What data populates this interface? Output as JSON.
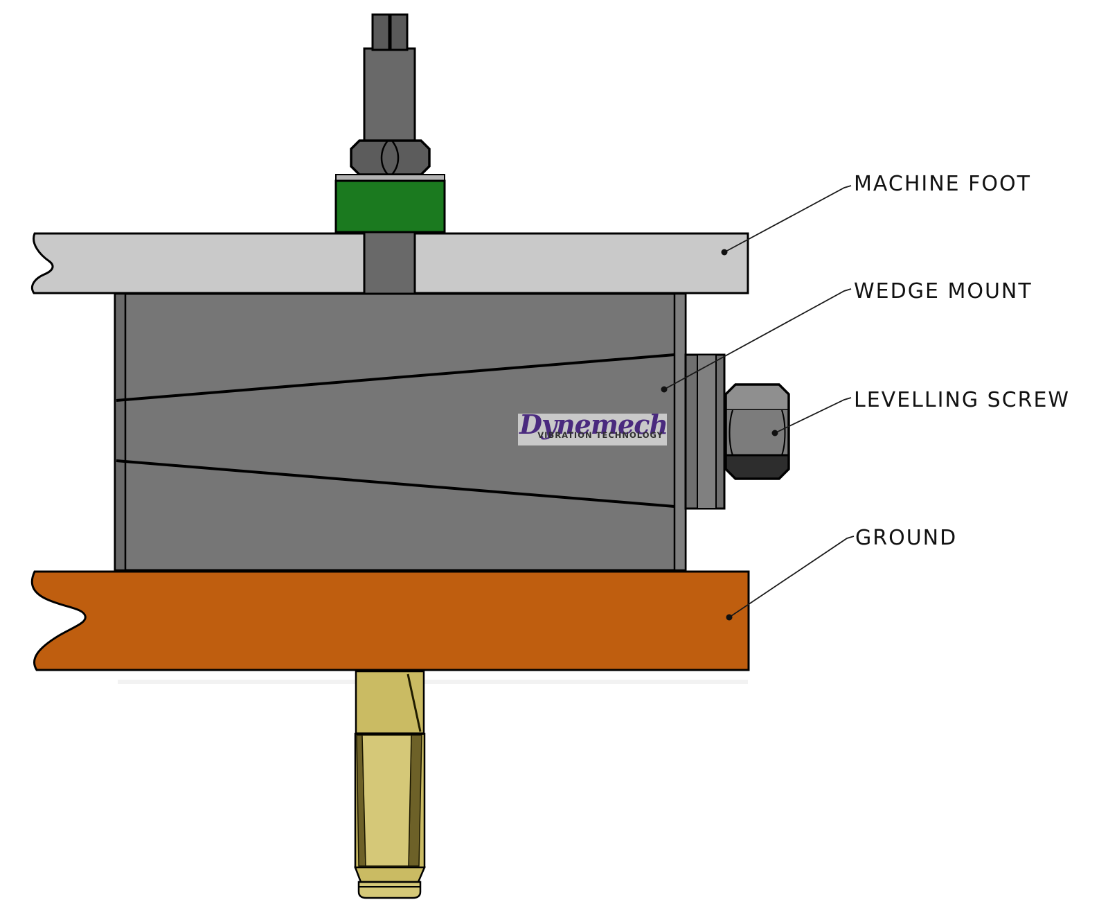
{
  "callouts": {
    "machine_foot": "MACHINE FOOT",
    "wedge_mount": "WEDGE MOUNT",
    "levelling_screw": "LEVELLING SCREW",
    "ground": "GROUND"
  },
  "logo": {
    "brand": "Dynemech",
    "tagline": "VIBRATION TECHNOLOGY"
  },
  "colors": {
    "machine_foot": "#c9c9c9",
    "mount_body": "#767676",
    "mount_left_strip": "#6a6a6a",
    "mount_right_strip": "#7f7f7f",
    "block_side": "#6f6f6f",
    "block_center": "#808080",
    "screw_top": "#8f8f8f",
    "screw_mid": "#7c7c7c",
    "screw_bottom": "#2d2d2d",
    "nut": "#5c5c5c",
    "stud": "#5a5a5a",
    "shaft": "#696969",
    "washer_steel": "#b3b3b3",
    "washer_green": "#1b7a1f",
    "ground": "#bf5e0f",
    "anchor_brass": "#cabb63",
    "anchor_light": "#d5c878",
    "anchor_dark": "#6d6128",
    "logo_plate": "#c9c9c9",
    "logo_purple": "#4a2a7e",
    "logo_tagline": "#2f2f2f",
    "outline": "#000000"
  }
}
